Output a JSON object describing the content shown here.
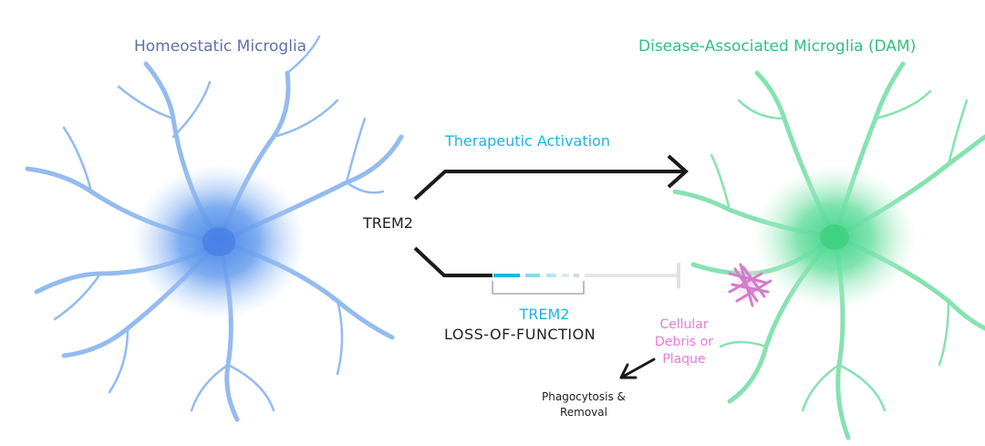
{
  "titles": {
    "homeostatic": "Homeostatic Microglia",
    "dam": "Disease-Associated Microglia (DAM)"
  },
  "labels": {
    "therapeutic": "Therapeutic Activation",
    "trem2": "TREM2",
    "lof_gene": "TREM2",
    "lof_text": "LOSS-OF-FUNCTION",
    "debris_line1": "Cellular",
    "debris_line2": "Debris or",
    "debris_line3": "Plaque",
    "phago_line1": "Phagocytosis &",
    "phago_line2": "Removal"
  },
  "colors": {
    "homeostatic": "#5a8fe0",
    "dam": "#4fd68e",
    "accent": "#1ab6e2",
    "debris": "#e07ad4",
    "arrow": "#1a1a1a"
  }
}
